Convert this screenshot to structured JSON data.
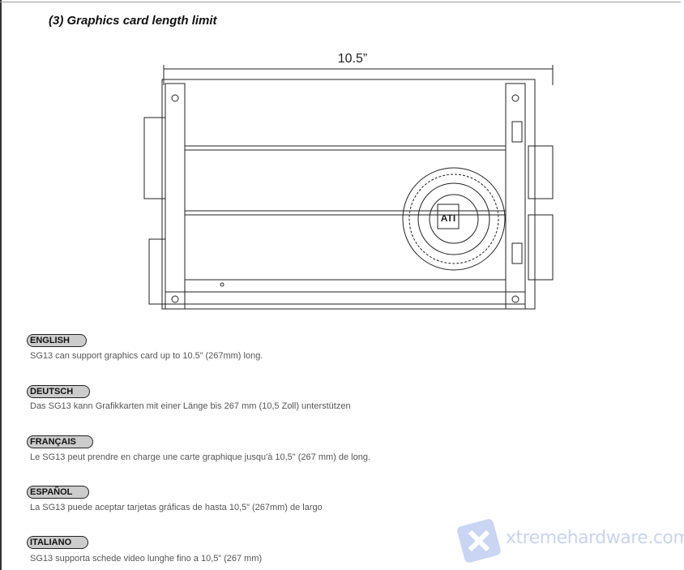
{
  "title": "(3) Graphics card length limit",
  "diagram": {
    "dimension_label": "10.5”",
    "logo_text": "ATI"
  },
  "sections": [
    {
      "lang": "ENGLISH",
      "text": "SG13 can support graphics card up to 10.5” (267mm) long."
    },
    {
      "lang": "DEUTSCH",
      "text": "Das SG13 kann Grafikkarten mit einer Länge bis 267 mm (10,5 Zoll) unterstützen"
    },
    {
      "lang": "FRANÇAIS",
      "text": "Le SG13 peut prendre en charge une carte graphique jusqu'à 10,5\" (267 mm) de long."
    },
    {
      "lang": "ESPAÑOL",
      "text": "La SG13 puede aceptar tarjetas gráficas de hasta 10,5” (267mm) de largo"
    },
    {
      "lang": "ITALIANO",
      "text": "SG13 supporta schede video lunghe fino a 10,5” (267 mm)"
    }
  ],
  "watermark": "xtremehardware.com"
}
